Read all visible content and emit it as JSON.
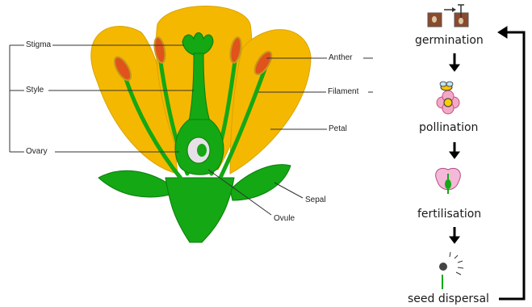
{
  "flower_labels": {
    "stigma": "Stigma",
    "style": "Style",
    "ovary": "Ovary",
    "anther": "Anther",
    "filament": "Filament",
    "petal": "Petal",
    "sepal": "Sepal",
    "ovule": "Ovule"
  },
  "life_cycle": {
    "stages": [
      "germination",
      "pollination",
      "fertilisation",
      "seed dispersal"
    ]
  },
  "colors": {
    "petal": "#F5B800",
    "petal_outline": "#D9A400",
    "green": "#14A814",
    "green_dark": "#0B7D0B",
    "anther": "#E0531B",
    "ovule": "#E8E0E8",
    "arrow": "#000000"
  }
}
